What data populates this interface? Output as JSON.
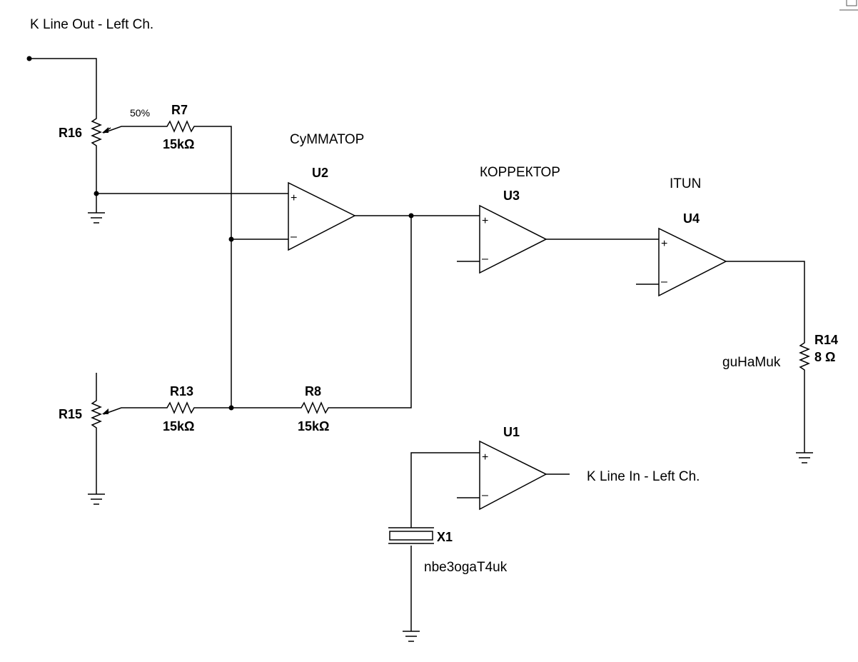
{
  "labels": {
    "line_out": "K Line Out - Left Ch.",
    "line_in": "K Line In - Left Ch.",
    "summator": "СуММАТОР",
    "corrector": "КОРРЕКТОР",
    "amp": "ITUN",
    "speaker": "guHaMuk",
    "crystal_caption": "nbe3ogaT4uk",
    "wiper_pct": "50%"
  },
  "components": {
    "r16": "R16",
    "r15": "R15",
    "r7": {
      "ref": "R7",
      "value": "15kΩ"
    },
    "r13": {
      "ref": "R13",
      "value": "15kΩ"
    },
    "r8": {
      "ref": "R8",
      "value": "15kΩ"
    },
    "r14": {
      "ref": "R14",
      "value": "8 Ω"
    },
    "u1": "U1",
    "u2": "U2",
    "u3": "U3",
    "u4": "U4",
    "x1": "X1"
  },
  "opamp_signs": {
    "plus": "+",
    "minus": "–"
  }
}
